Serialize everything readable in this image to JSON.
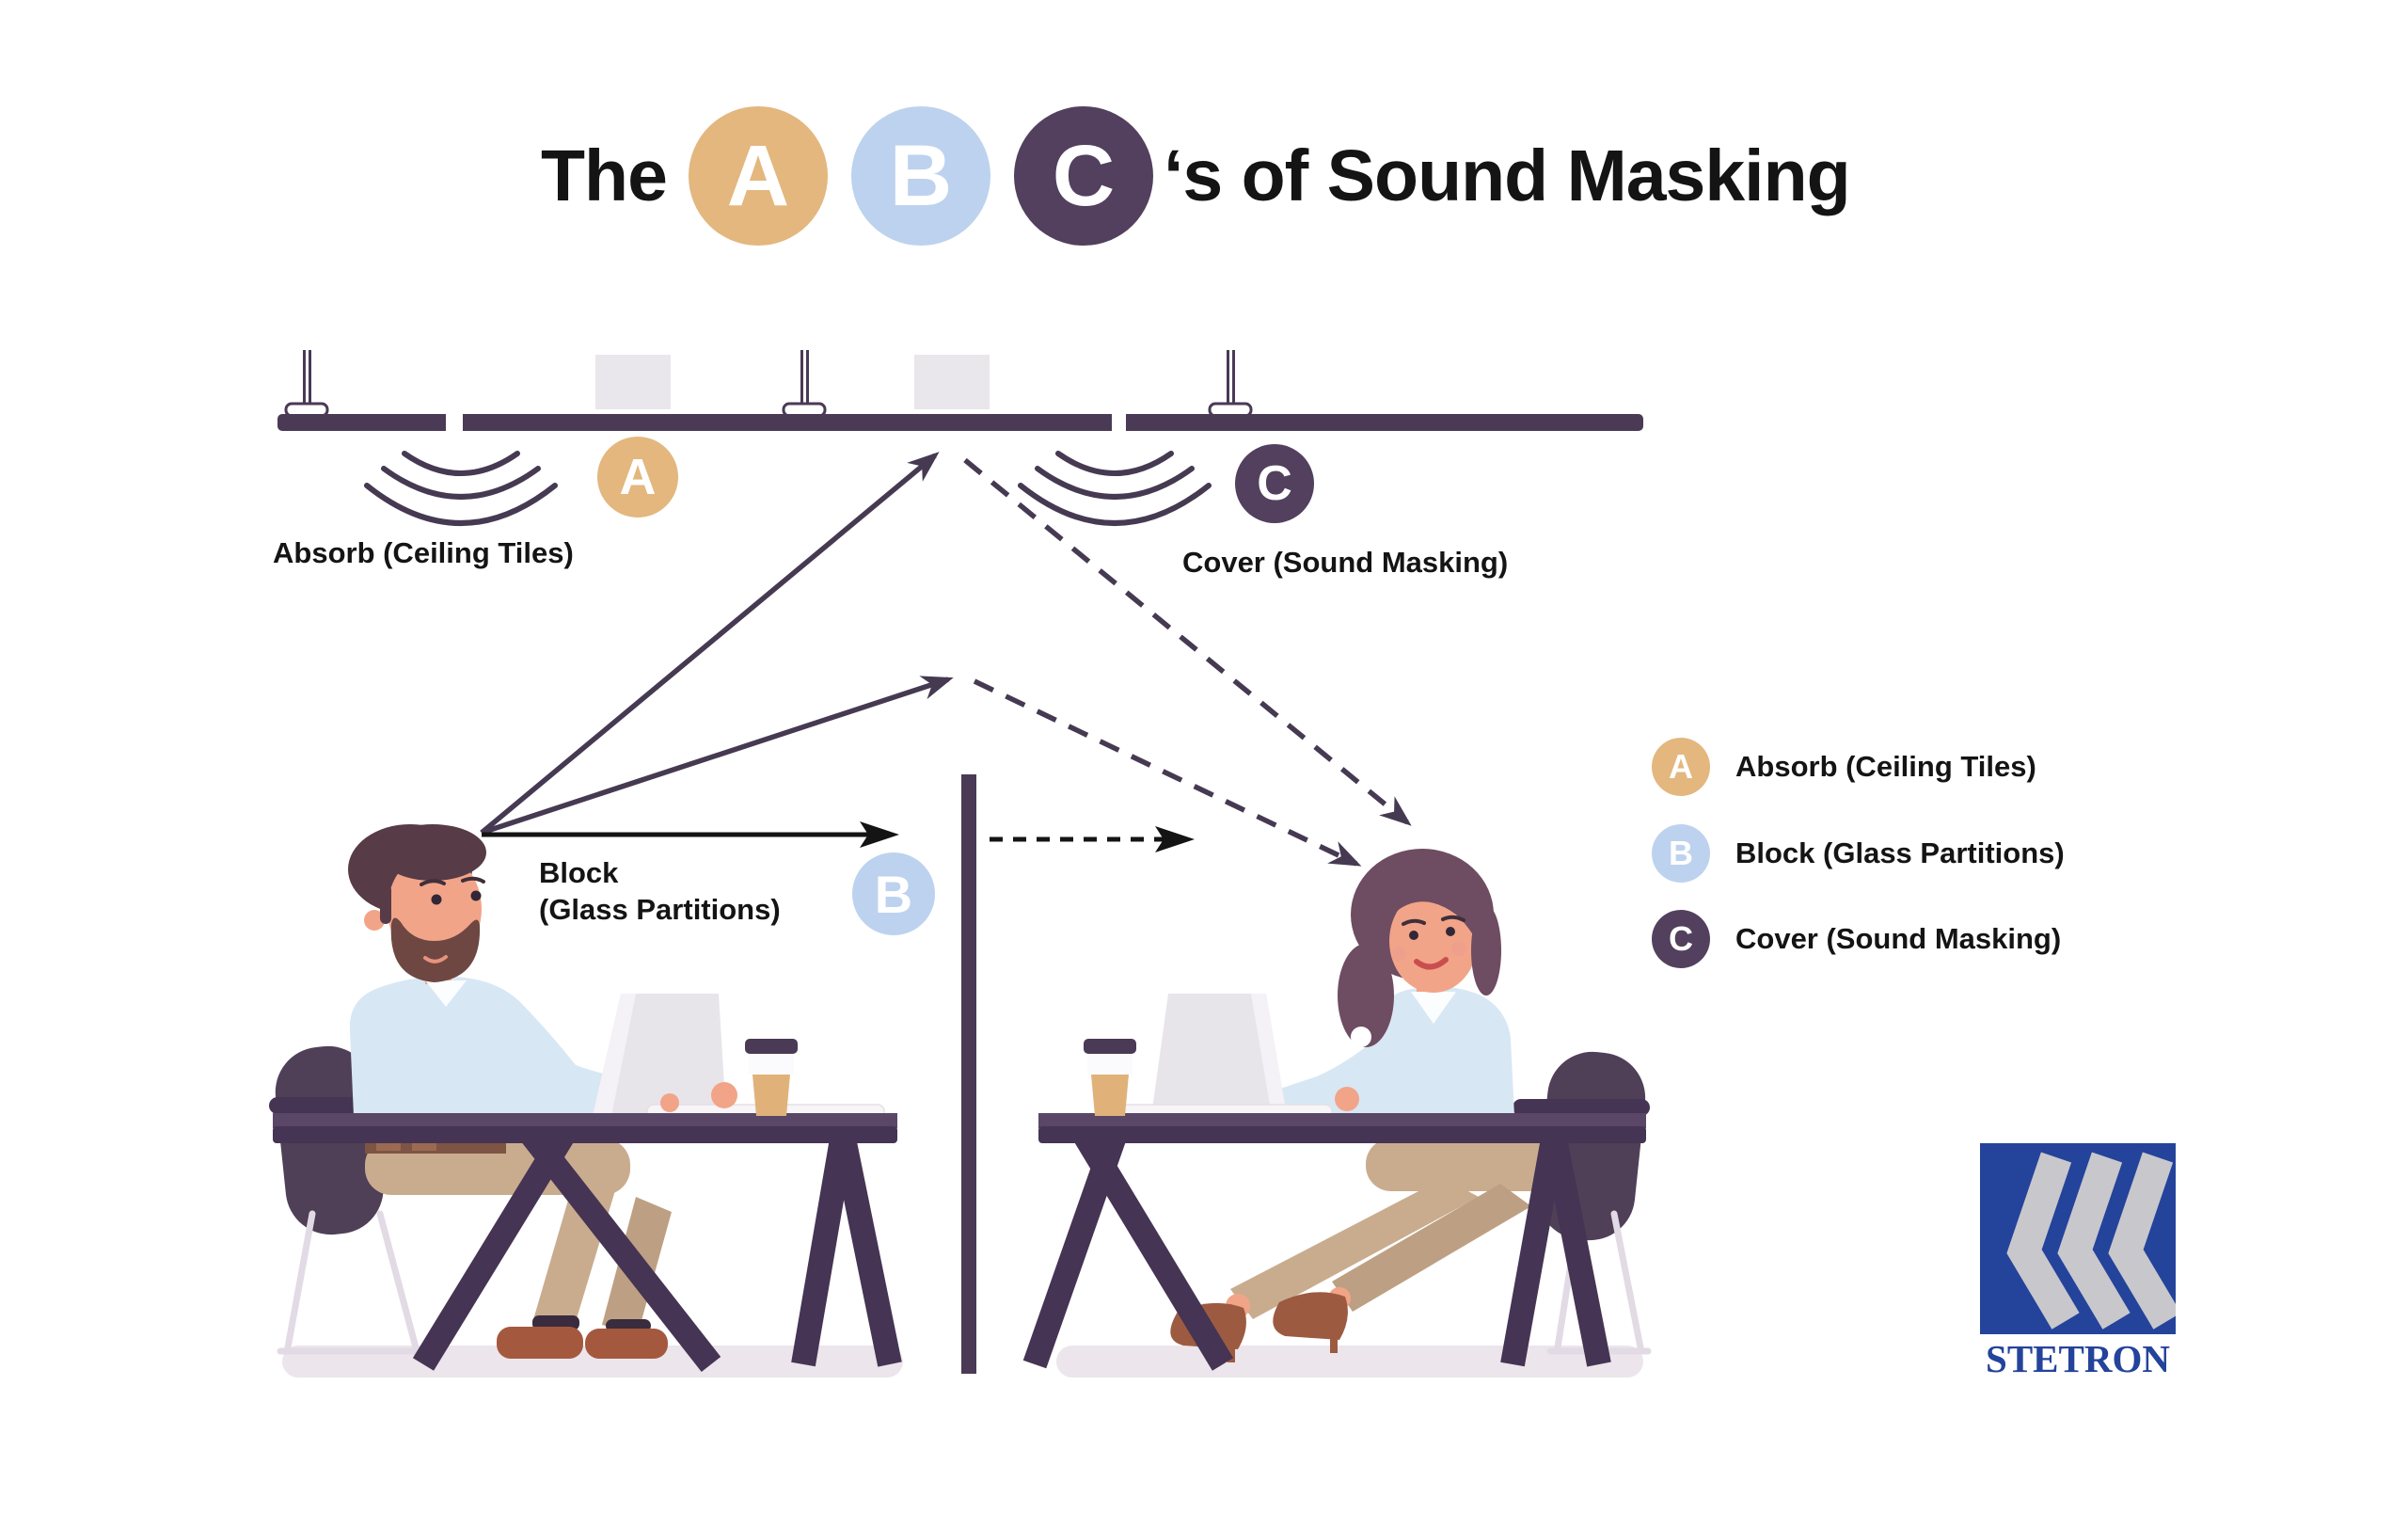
{
  "title": {
    "word_the": "The",
    "badges": [
      "A",
      "B",
      "C"
    ],
    "suffix": "‘s of Sound Masking"
  },
  "diagram": {
    "absorb_badge": "A",
    "absorb_label": "Absorb (Ceiling Tiles)",
    "block_badge": "B",
    "block_label_line1": "Block",
    "block_label_line2": "(Glass Partitions)",
    "cover_badge": "C",
    "cover_label": "Cover (Sound Masking)"
  },
  "legend": {
    "items": [
      {
        "letter": "A",
        "label": "Absorb (Ceiling Tiles)",
        "color": "#E3B77E"
      },
      {
        "letter": "B",
        "label": "Block (Glass Partitions)",
        "color": "#BDD2EE"
      },
      {
        "letter": "C",
        "label": "Cover (Sound Masking)",
        "color": "#52405E"
      }
    ]
  },
  "logo": {
    "text": "STETRON"
  },
  "colors": {
    "badge_tan": "#E3B77E",
    "badge_blue": "#BDD2EE",
    "badge_purple": "#52405E",
    "line_purple": "#463A52",
    "ink_black": "#141414",
    "structure_purple": "#4A3A55",
    "desk_purple": "#453453",
    "shirt_blue": "#D8E7F4",
    "skin": "#F2A488",
    "pants_khaki": "#C9AC8E",
    "logo_blue": "#24439B",
    "logo_gray": "#C8C7CC",
    "floor_shadow": "#ECE5EC"
  }
}
